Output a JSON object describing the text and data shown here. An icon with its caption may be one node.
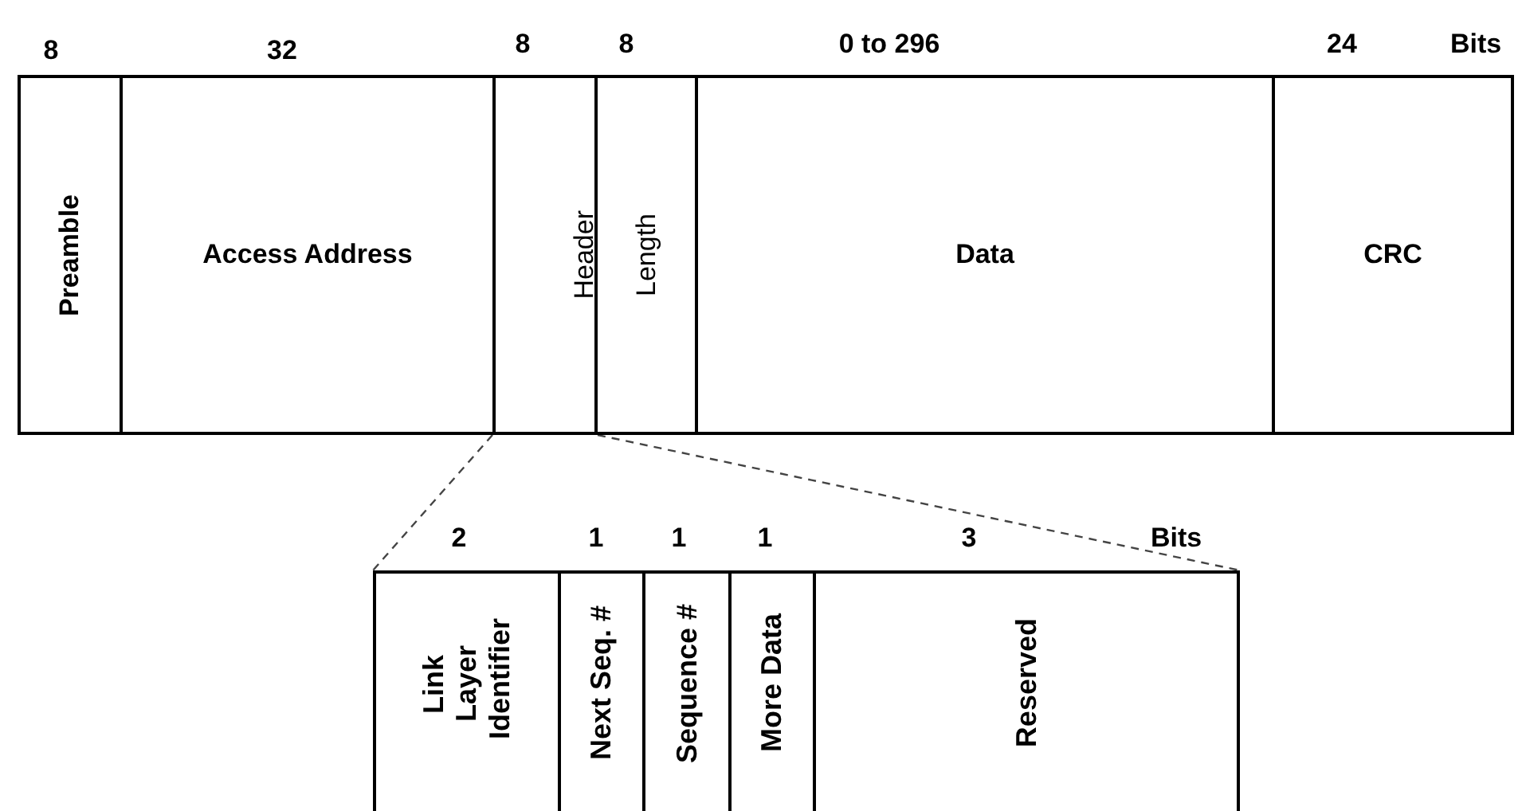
{
  "diagram": {
    "nodes": [
      {
        "text": [
          "Preamble"
        ]
      },
      {
        "text": [
          "Access Address"
        ]
      },
      {
        "text": [
          "Header"
        ]
      },
      {
        "text": [
          "Length"
        ]
      },
      {
        "text": [
          "Data"
        ]
      },
      {
        "text": [
          "CRC"
        ]
      },
      {
        "text": [
          "Link Layer Identifier"
        ]
      },
      {
        "text": [
          "Next Seq. #"
        ]
      },
      {
        "text": [
          "Sequence #"
        ]
      },
      {
        "text": [
          "More Data"
        ]
      },
      {
        "text": [
          "Reserved"
        ]
      }
    ],
    "edges": [
      {
        "from": 2,
        "to": 6,
        "arrow": "none",
        "style": "dashed"
      },
      {
        "from": 2,
        "to": 10,
        "arrow": "none",
        "style": "dashed"
      }
    ],
    "labels": [
      "8",
      "32",
      "8",
      "8",
      "0 to 296",
      "24",
      "Bits",
      "2",
      "1",
      "1",
      "1",
      "3",
      "Bits"
    ]
  }
}
